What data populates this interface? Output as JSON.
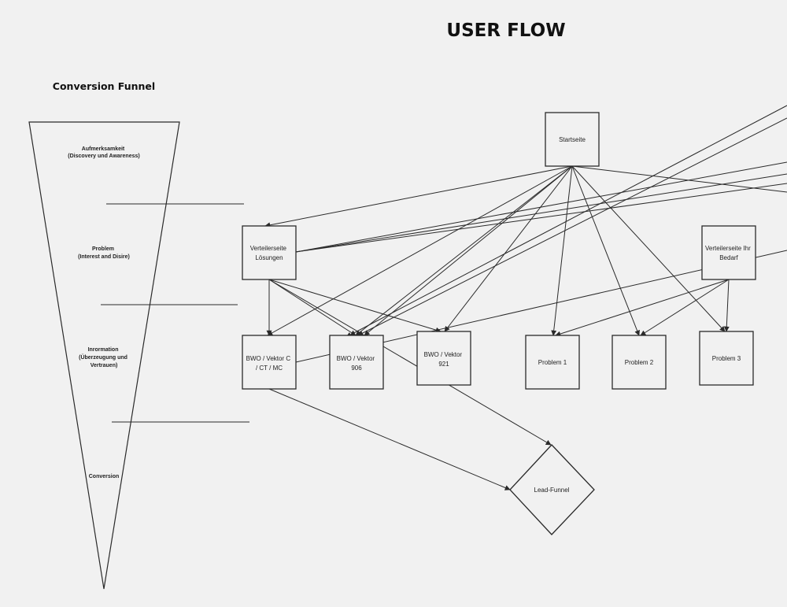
{
  "header": {
    "title": "USER FLOW"
  },
  "funnel": {
    "title": "Conversion Funnel",
    "stages": [
      {
        "lines": [
          "Aufmerksamkeit",
          "(Discovery und Awareness)"
        ]
      },
      {
        "lines": [
          "Problem",
          "(Interest and Disire)"
        ]
      },
      {
        "lines": [
          "Inrormation",
          "(Überzeugung und",
          "Vertrauen)"
        ]
      },
      {
        "lines": [
          "Conversion"
        ]
      }
    ]
  },
  "flow": {
    "nodes": {
      "startseite": {
        "lines": [
          "Startseite"
        ]
      },
      "verteiler_loesungen": {
        "lines": [
          "Verteilerseite",
          "Lösungen"
        ]
      },
      "verteiler_bedarf": {
        "lines": [
          "Verteilerseite Ihr",
          "Bedarf"
        ]
      },
      "bwo_c": {
        "lines": [
          "BWO / Vektor C",
          "/ CT / MC"
        ]
      },
      "bwo_906": {
        "lines": [
          "BWO / Vektor",
          "906"
        ]
      },
      "bwo_921": {
        "lines": [
          "BWO / Vektor",
          "921"
        ]
      },
      "problem1": {
        "lines": [
          "Problem 1"
        ]
      },
      "problem2": {
        "lines": [
          "Problem 2"
        ]
      },
      "problem3": {
        "lines": [
          "Problem 3"
        ]
      },
      "lead_funnel": {
        "lines": [
          "Lead-Funnel"
        ]
      }
    }
  },
  "colors": {
    "background": "#f1f1f1",
    "stroke": "#2a2a2a",
    "text": "#222222"
  }
}
